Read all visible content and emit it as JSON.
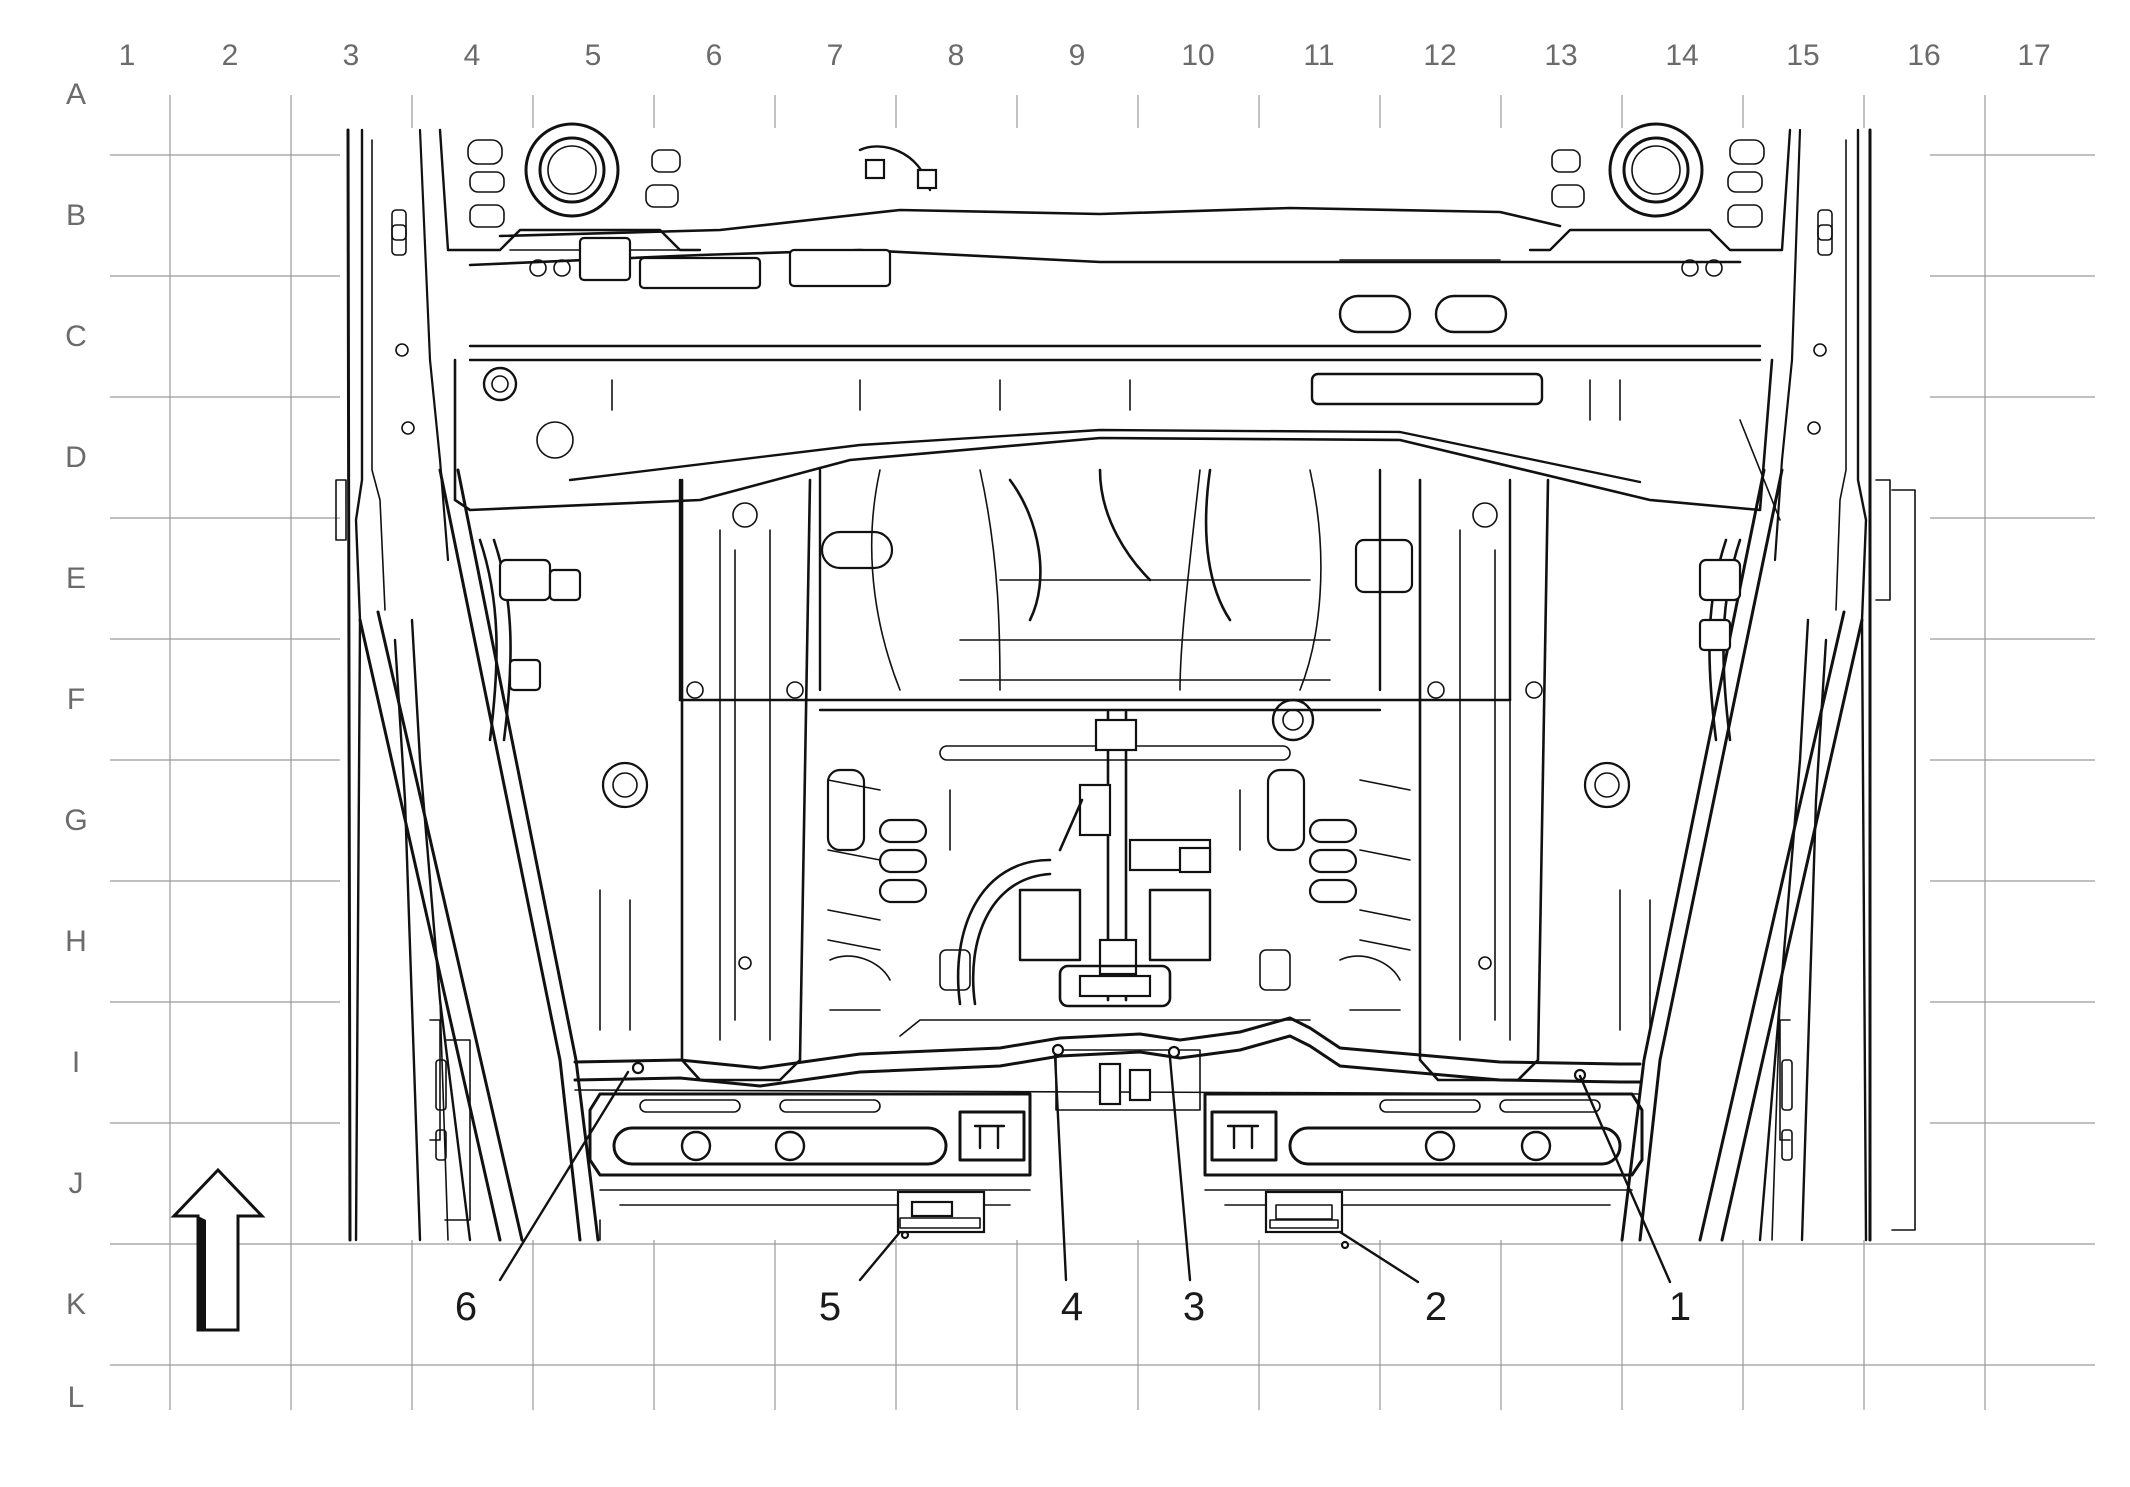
{
  "grid": {
    "columns": [
      "1",
      "2",
      "3",
      "4",
      "5",
      "6",
      "7",
      "8",
      "9",
      "10",
      "11",
      "12",
      "13",
      "14",
      "15",
      "16",
      "17"
    ],
    "rows": [
      "A",
      "B",
      "C",
      "D",
      "E",
      "F",
      "G",
      "H",
      "I",
      "J",
      "K",
      "L"
    ]
  },
  "callouts": [
    {
      "id": "6",
      "label": "6"
    },
    {
      "id": "5",
      "label": "5"
    },
    {
      "id": "4",
      "label": "4"
    },
    {
      "id": "3",
      "label": "3"
    },
    {
      "id": "2",
      "label": "2"
    },
    {
      "id": "1",
      "label": "1"
    }
  ],
  "icons": {
    "direction": "up-arrow-icon"
  }
}
